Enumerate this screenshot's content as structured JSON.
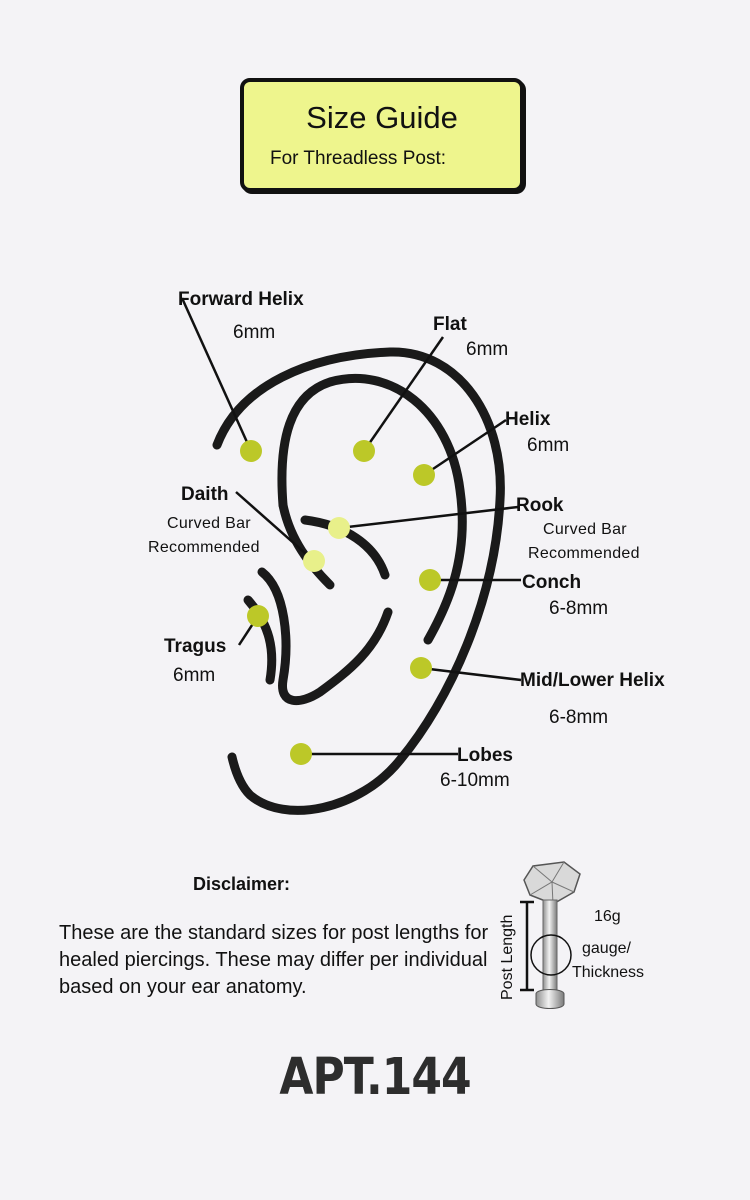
{
  "header": {
    "title": "Size Guide",
    "subtitle": "For Threadless Post:"
  },
  "piercings": {
    "forward_helix": {
      "name": "Forward Helix",
      "size": "6mm"
    },
    "flat": {
      "name": "Flat",
      "size": "6mm"
    },
    "helix": {
      "name": "Helix",
      "size": "6mm"
    },
    "daith": {
      "name": "Daith",
      "note_line1": "Curved Bar",
      "note_line2": "Recommended"
    },
    "rook": {
      "name": "Rook",
      "note_line1": "Curved Bar",
      "note_line2": "Recommended"
    },
    "conch": {
      "name": "Conch",
      "size": "6-8mm"
    },
    "tragus": {
      "name": "Tragus",
      "size": "6mm"
    },
    "mid_lower_helix": {
      "name": "Mid/Lower Helix",
      "size": "6-8mm"
    },
    "lobes": {
      "name": "Lobes",
      "size": "6-10mm"
    }
  },
  "disclaimer": {
    "title": "Disclaimer:",
    "text": "These are the standard sizes for post lengths for healed piercings. These may differ per individual based on your ear anatomy."
  },
  "stud": {
    "post_length_label": "Post Length",
    "gauge_value": "16g",
    "gauge_label_line1": "gauge/",
    "gauge_label_line2": "Thickness"
  },
  "brand": "APT.144",
  "colors": {
    "background": "#f4f3f6",
    "title_box": "#eef58d",
    "dot": "#bcc828",
    "dot_light": "#e8f08a",
    "ear_stroke": "#1a1a1a"
  }
}
